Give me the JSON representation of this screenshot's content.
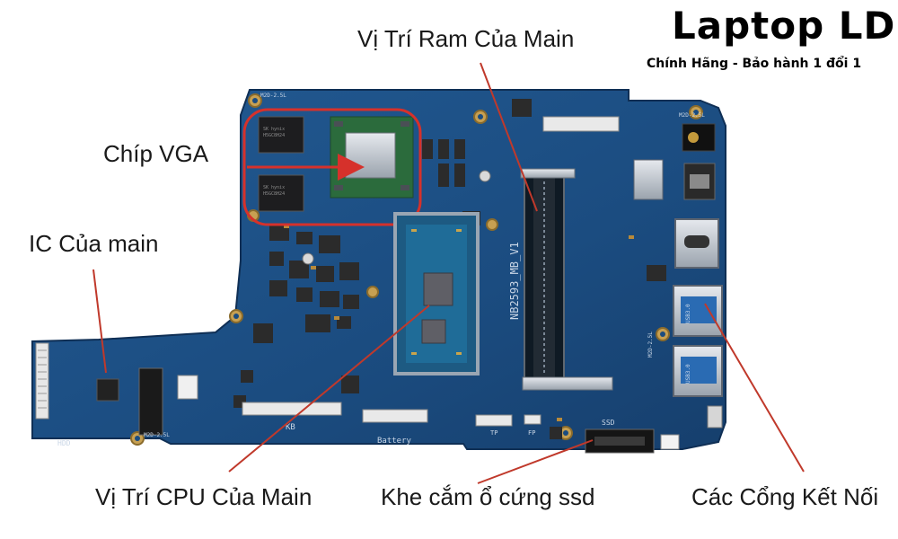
{
  "brand": {
    "title": "Laptop LD",
    "subtitle": "Chính Hãng - Bảo hành 1 đổi 1"
  },
  "callouts": {
    "ram": "Vị Trí Ram Của Main",
    "vga": "Chíp VGA",
    "ic": "IC Của main",
    "cpu": "Vị Trí CPU Của Main",
    "ssd": "Khe cắm ổ cứng ssd",
    "ports": "Các Cổng Kết Nối"
  },
  "silkscreen": {
    "board_model": "NB2593_MB_V1",
    "kb": "KB",
    "battery": "Battery",
    "hdd": "HDD",
    "ssd": "SSD",
    "tp": "TP",
    "fp": "FP",
    "screw_top_left": "M2D-2.5L",
    "screw_top_right": "M2D-2.5L",
    "screw_mid_right": "M2D-2.5L",
    "screw_bottom": "M2D-2.5L",
    "usb_mark_1": "USB3.0",
    "usb_mark_2": "USB3.0"
  },
  "colors": {
    "pcb": "#1c4f86",
    "pcb_dark": "#163f6d",
    "annotation": "#d6312b",
    "pointer": "#c0392b"
  }
}
